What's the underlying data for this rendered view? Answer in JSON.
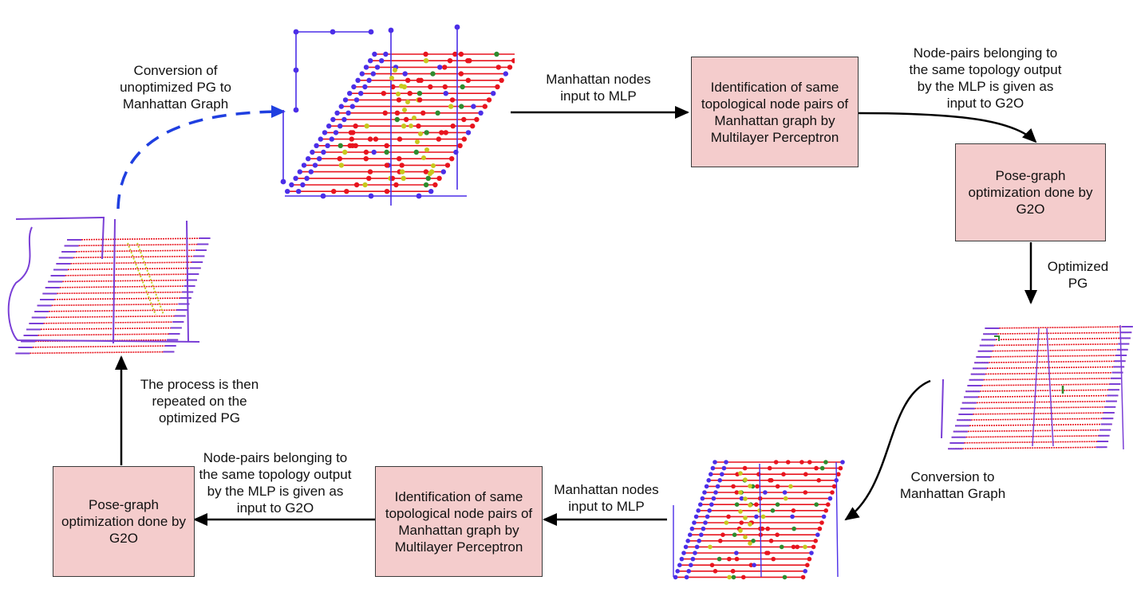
{
  "boxes": {
    "mlp_top": "Identification of same topological node pairs of Manhattan graph by Multilayer Perceptron",
    "g2o_right": "Pose-graph optimization done by G2O",
    "mlp_bottom": "Identification of same topological node pairs of Manhattan graph by Multilayer Perceptron",
    "g2o_left": "Pose-graph optimization done by G2O"
  },
  "labels": {
    "conversion_pg": [
      "Conversion of",
      "unoptimized PG to",
      "Manhattan Graph"
    ],
    "manhattan_top": [
      "Manhattan nodes",
      "input to MLP"
    ],
    "nodepairs_top": [
      "Node-pairs belonging to",
      "the same topology output",
      "by the MLP is given as",
      "input to G2O"
    ],
    "optimized_pg": [
      "Optimized",
      "PG"
    ],
    "conversion_manhattan": [
      "Conversion to",
      "Manhattan Graph"
    ],
    "manhattan_bottom": [
      "Manhattan nodes",
      "input to MLP"
    ],
    "nodepairs_bottom": [
      "Node-pairs belonging to",
      "the same topology output",
      "by the MLP is given as",
      "input to G2O"
    ],
    "repeat": [
      "The process is then",
      "repeated on the",
      "optimized PG"
    ]
  },
  "colors": {
    "node_blue": "#4b2ee8",
    "edge_red": "#e8141e",
    "node_green": "#2e8b2e",
    "node_yellow": "#c8c81e",
    "trajectory_purple": "#7a3fd6",
    "box_fill": "#f4cccc",
    "dashed_arrow": "#1f3fe0"
  }
}
